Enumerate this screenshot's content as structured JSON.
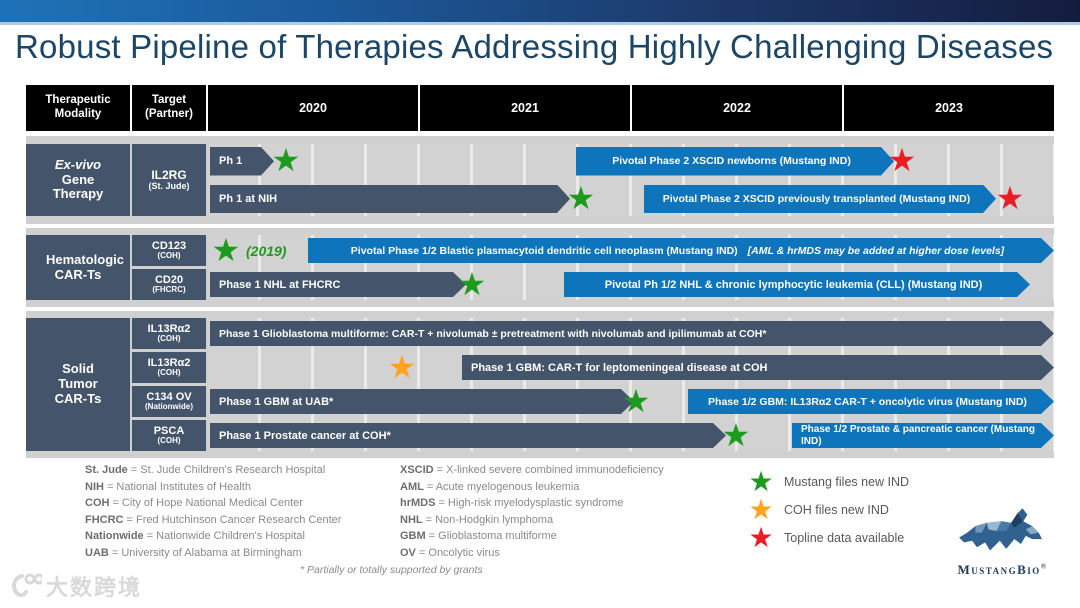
{
  "page": {
    "title": "Robust Pipeline of Therapies Addressing Highly Challenging Diseases"
  },
  "table": {
    "col_modality": "Therapeutic Modality",
    "col_target": "Target (Partner)",
    "years": [
      "2020",
      "2021",
      "2022",
      "2023"
    ]
  },
  "icons": {
    "star": "★"
  },
  "colors": {
    "dark_bar": "#44546A",
    "blue_bar": "#0E74BB",
    "green_star": "#1E9B1E",
    "orange_star": "#FFA41C",
    "red_star": "#EC1C24",
    "header_bg": "#000000",
    "band_bg": "#D2D2D2",
    "title_color": "#1C4668"
  },
  "groups": [
    {
      "modality_italic": "Ex-vivo",
      "modality": "Gene Therapy",
      "targets": [
        {
          "name": "IL2RG",
          "partner": "(St. Jude)"
        }
      ],
      "bars": {
        "ph1": "Ph 1",
        "pivotal_newborns": "Pivotal Phase 2 XSCID newborns (Mustang IND)",
        "ph1_nih": "Ph 1 at NIH",
        "pivotal_transplanted": "Pivotal Phase 2 XSCID previously transplanted (Mustang IND)"
      }
    },
    {
      "modality": "Hematologic CAR-Ts",
      "targets": [
        {
          "name": "CD123",
          "partner": "(COH)"
        },
        {
          "name": "CD20",
          "partner": "(FHCRC)"
        }
      ],
      "bars": {
        "year_note": "(2019)",
        "bpdcn": "Pivotal Phase 1/2 Blastic plasmacytoid dendritic cell neoplasm (Mustang IND)",
        "bpdcn_note": "[AML & hrMDS may be added at higher dose levels]",
        "nhl_ph1": "Phase 1 NHL at FHCRC",
        "nhl_pivotal": "Pivotal Ph 1/2 NHL & chronic lymphocytic leukemia (CLL) (Mustang IND)"
      }
    },
    {
      "modality": "Solid Tumor CAR-Ts",
      "targets": [
        {
          "name": "IL13Rα2",
          "partner": "(COH)"
        },
        {
          "name": "IL13Rα2",
          "partner": "(COH)"
        },
        {
          "name": "C134 OV",
          "partner": "(Nationwide)"
        },
        {
          "name": "PSCA",
          "partner": "(COH)"
        }
      ],
      "bars": {
        "gbm_nivo": "Phase 1 Glioblastoma multiforme:  CAR-T + nivolumab ± pretreatment with nivolumab and ipilimumab at COH*",
        "gbm_lepto": "Phase 1 GBM:  CAR-T for leptomeningeal disease at COH",
        "gbm_uab": "Phase 1 GBM at UAB*",
        "gbm_ov": "Phase 1/2 GBM:  IL13Rα2 CAR-T + oncolytic virus (Mustang IND)",
        "prostate_ph1": "Phase 1 Prostate cancer at COH*",
        "prostate_ph12": "Phase 1/2  Prostate & pancreatic cancer (Mustang IND)"
      }
    }
  ],
  "abbreviations": {
    "left": [
      {
        "abbr": "St. Jude",
        "def": "= St. Jude Children's Research Hospital"
      },
      {
        "abbr": "NIH",
        "def": "= National Institutes of Health"
      },
      {
        "abbr": "COH",
        "def": "= City of Hope National Medical Center"
      },
      {
        "abbr": "FHCRC",
        "def": "= Fred Hutchinson Cancer Research Center"
      },
      {
        "abbr": "Nationwide",
        "def": "= Nationwide Children's Hospital"
      },
      {
        "abbr": "UAB",
        "def": "= University of Alabama at Birmingham"
      }
    ],
    "right": [
      {
        "abbr": "XSCID",
        "def": "= X-linked severe combined immunodeficiency"
      },
      {
        "abbr": "AML",
        "def": "= Acute myelogenous leukemia"
      },
      {
        "abbr": "hrMDS",
        "def": "= High-risk myelodysplastic syndrome"
      },
      {
        "abbr": "NHL",
        "def": "= Non-Hodgkin lymphoma"
      },
      {
        "abbr": "GBM",
        "def": "= Glioblastoma multiforme"
      },
      {
        "abbr": "OV",
        "def": "= Oncolytic virus"
      }
    ]
  },
  "grant_note": "* Partially or totally supported by grants",
  "star_legend": [
    {
      "color": "green",
      "label": "Mustang files new IND"
    },
    {
      "color": "orange",
      "label": "COH files new IND"
    },
    {
      "color": "red",
      "label": "Topline data available"
    }
  ],
  "logo": {
    "text": "MustangBio",
    "reg": "®"
  },
  "watermark": {
    "text": "大数跨境"
  }
}
